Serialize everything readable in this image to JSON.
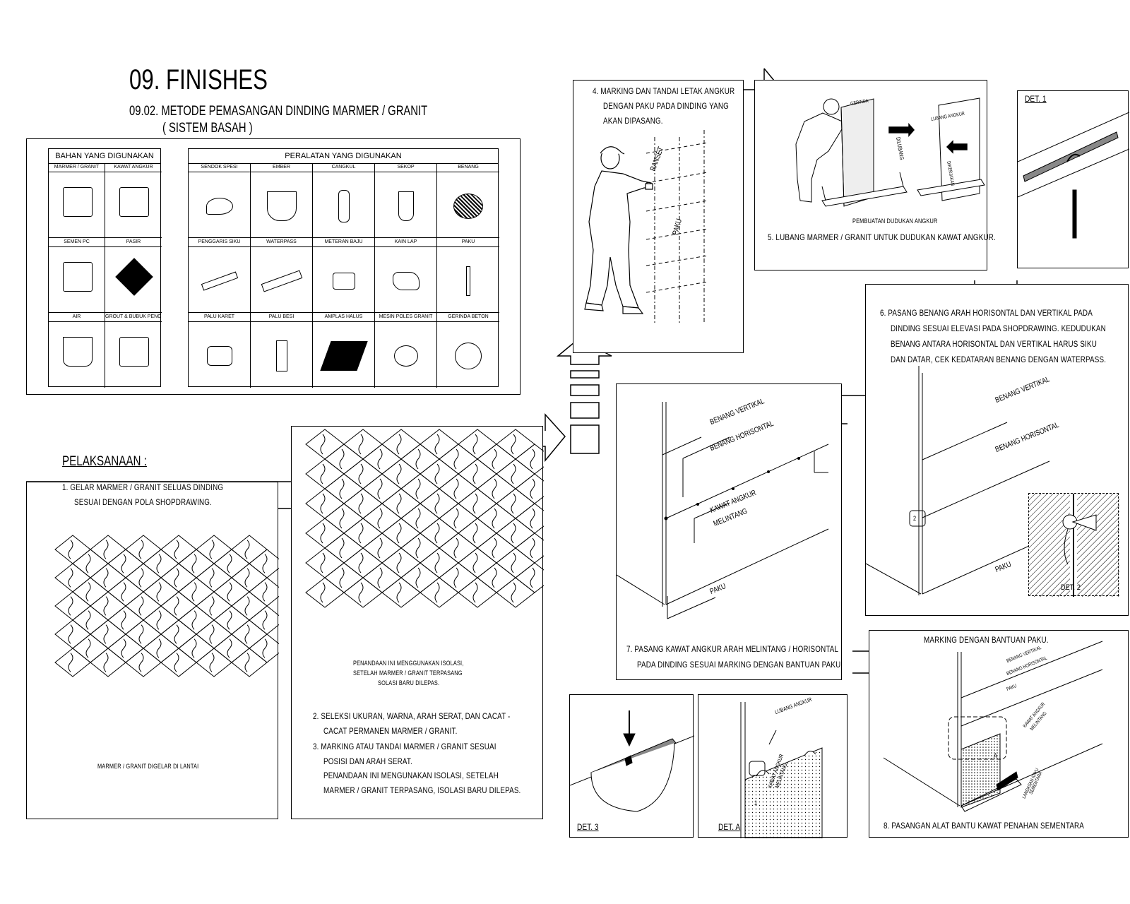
{
  "header": {
    "title": "09.  FINISHES",
    "subtitle_line1": "09.02.  METODE PEMASANGAN DINDING MARMER / GRANIT",
    "subtitle_line2": "( SISTEM BASAH )"
  },
  "materials": {
    "heading": "BAHAN YANG DIGUNAKAN",
    "items": [
      "MARMER / GRANIT",
      "KAWAT ANGKUR",
      "SEMEN PC",
      "PASIR",
      "AIR",
      "GROUT & BUBUK PENGISI"
    ]
  },
  "tools": {
    "heading": "PERALATAN YANG DIGUNAKAN",
    "items": [
      "SENDOK SPESI",
      "EMBER",
      "CANGKUL",
      "SEKOP",
      "BENANG",
      "PENGGARIS SIKU",
      "WATERPASS",
      "METERAN BAJU",
      "KAIN LAP",
      "PAKU",
      "PALU KARET",
      "PALU BESI",
      "AMPLAS HALUS",
      "MESIN POLES GRANIT",
      "GERINDA BETON"
    ]
  },
  "pelaksanaan": {
    "heading": "PELAKSANAAN :",
    "step1_line1": "1.  GELAR MARMER / GRANIT SELUAS DINDING",
    "step1_line2": "SESUAI DENGAN POLA SHOPDRAWING.",
    "step1_caption": "MARMER / GRANIT DIGELAR DI LANTAI",
    "note_line1": "PENANDAAN INI MENGGUNAKAN ISOLASI,",
    "note_line2": "SETELAH MARMER / GRANIT TERPASANG",
    "note_line3": "SOLASI BARU DILEPAS.",
    "step2_line1": "2.  SELEKSI UKURAN, WARNA, ARAH SERAT, DAN CACAT -",
    "step2_line2": "CACAT PERMANEN MARMER / GRANIT.",
    "step3_line1": "3.  MARKING ATAU TANDAI MARMER / GRANIT SESUAI",
    "step3_line2": "POSISI DAN ARAH SERAT.",
    "step3_line3": "PENANDAAN INI MENGUNAKAN ISOLASI, SETELAH",
    "step3_line4": "MARMER / GRANIT TERPASANG, ISOLASI BARU DILEPAS."
  },
  "step4": {
    "line1": "4.  MARKING DAN TANDAI LETAK ANGKUR",
    "line2": "DENGAN PAKU PADA DINDING YANG",
    "line3": "AKAN DIPASANG.",
    "label_ranset": "RANSET",
    "label_paku": "PAKU"
  },
  "step5": {
    "caption": "PEMBUATAN DUDUKAN ANGKUR",
    "line1": "5.  LUBANG MARMER / GRANIT UNTUK DUDUKAN KAWAT ANGKUR.",
    "label_gerinda": "GERINDA",
    "label_dilubang": "DILUBANG",
    "label_lubang": "LUBANG ANGKUR",
    "label_dikerjakan": "DIKERJAKAN"
  },
  "det1": {
    "label": "DET. 1"
  },
  "step6": {
    "line1": "6.  PASANG BENANG ARAH HORISONTAL DAN VERTIKAL PADA",
    "line2": "DINDING SESUAI ELEVASI PADA SHOPDRAWING. KEDUDUKAN",
    "line3": "BENANG ANTARA HORISONTAL DAN VERTIKAL HARUS SIKU",
    "line4": "DAN DATAR, CEK KEDATARAN BENANG DENGAN WATERPASS.",
    "label_vertikal": "BENANG VERTIKAL",
    "label_horisontal": "BENANG HORISONTAL",
    "label_paku": "PAKU",
    "det2": "DET. 2",
    "marker": "2"
  },
  "step7": {
    "line1": "7.  PASANG KAWAT ANGKUR ARAH MELINTANG / HORISONTAL",
    "line2": "PADA DINDING SESUAI MARKING DENGAN BANTUAN PAKU.",
    "label_vertikal": "BENANG VERTIKAL",
    "label_horisontal": "BENANG HORISONTAL",
    "label_kawat1": "KAWAT ANGKUR",
    "label_kawat2": "MELINTANG",
    "label_paku": "PAKU"
  },
  "det3": {
    "label": "DET. 3"
  },
  "detA": {
    "label": "DET. A",
    "label_lubang": "LUBANG ANGKUR",
    "label_kawat1": "KAWAT ANGKUR",
    "label_kawat2": "MELINTANG",
    "marker": "1"
  },
  "step8": {
    "heading": "MARKING DENGAN BANTUAN PAKU.",
    "line1": "8.  PASANGAN ALAT BANTU KAWAT PENAHAN SEMENTARA",
    "label_vertikal": "BENANG VERTIKAL",
    "label_horisontal": "BENANG HORISONTAL",
    "label_paku": "PAKU",
    "label_kawat1": "KAWAT ANGKUR",
    "label_kawat2": "MELINTANG",
    "label_landasan1": "LANDASAN KAYU",
    "label_landasan2": "SEMENTARA",
    "marker": "A"
  }
}
